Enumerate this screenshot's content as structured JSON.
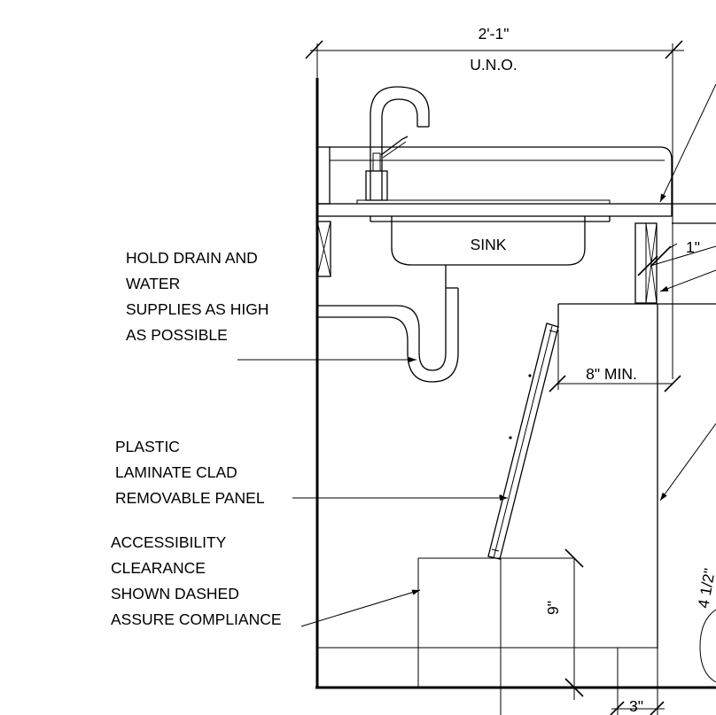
{
  "dimensions": {
    "overall_width": "2'-1\"",
    "overall_width_note": "U.N.O.",
    "apron_thickness": "1\"",
    "knee_depth": "8\" MIN.",
    "toe_height": "9\"",
    "partial_rotated": "4 1/2\"",
    "toe_depth": "3\""
  },
  "labels": {
    "sink": "SINK",
    "note_drain": [
      "HOLD DRAIN AND",
      "WATER",
      "SUPPLIES AS HIGH",
      "AS POSSIBLE"
    ],
    "note_panel": [
      "PLASTIC",
      "LAMINATE CLAD",
      "REMOVABLE PANEL"
    ],
    "note_access": [
      "ACCESSIBILITY",
      "CLEARANCE",
      "SHOWN DASHED",
      "ASSURE COMPLIANCE"
    ]
  }
}
